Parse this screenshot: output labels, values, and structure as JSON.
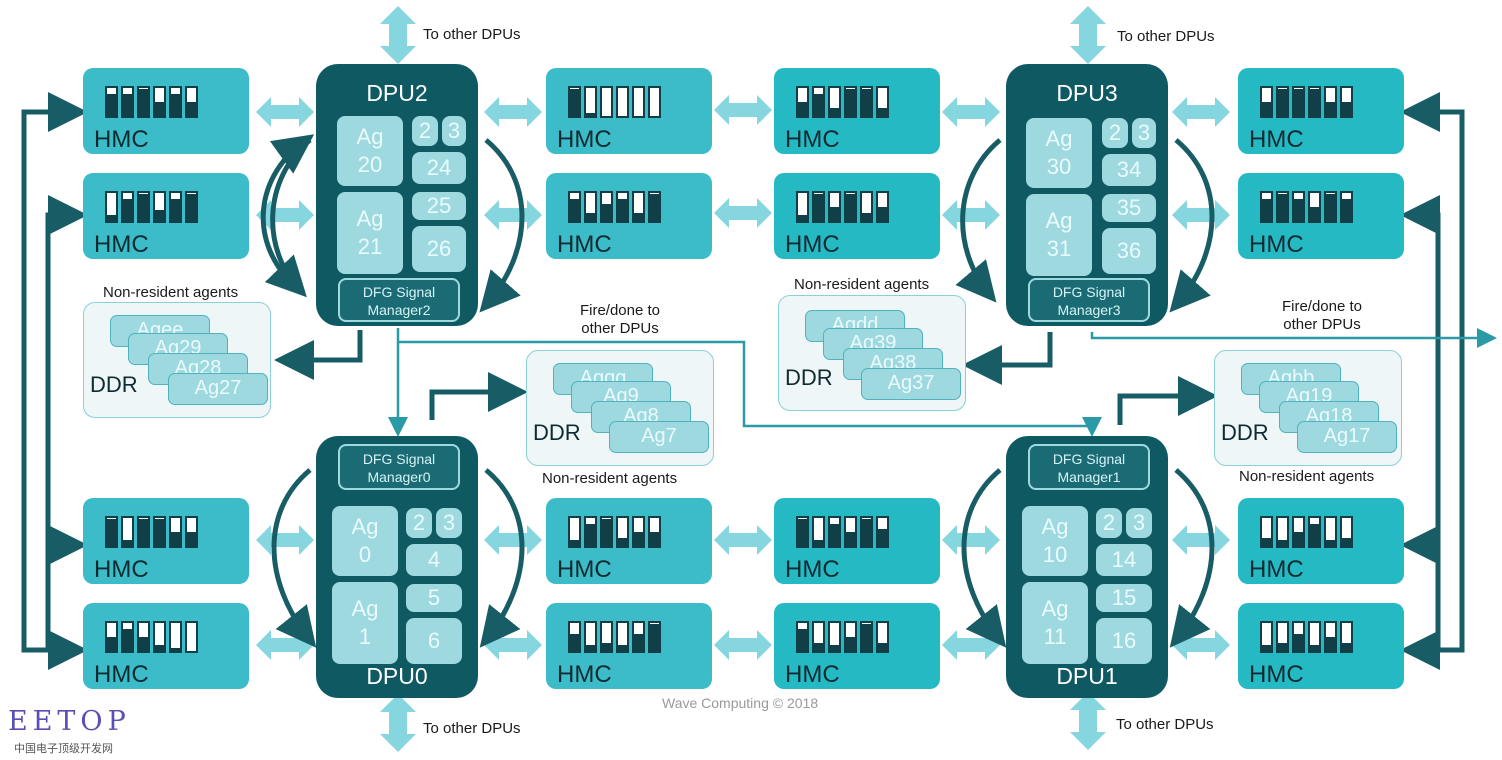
{
  "colors": {
    "hmc_fill": "#3bbcc8",
    "dpu_fill": "#0f5963",
    "tile_fill": "#9fd9e0",
    "arrow_light": "#86d6df",
    "arrow_dark": "#185d66",
    "bar_dark": "#103f48"
  },
  "hmc_label": "HMC",
  "hmc_modules": [
    {
      "bars": [
        0.8,
        0.8,
        0.95,
        0.5,
        0.8,
        0.5
      ]
    },
    {
      "bars": [
        0.2,
        0.8,
        0.95,
        0.4,
        0.8,
        0.95
      ]
    },
    {
      "bars": [
        0.95,
        0.1,
        0,
        0,
        0,
        0
      ]
    },
    {
      "bars": [
        0.8,
        0.3,
        0.6,
        0.8,
        0.3,
        0.95
      ]
    },
    {
      "bars": [
        0.5,
        0.8,
        0.3,
        0.95,
        0.95,
        0.3
      ]
    },
    {
      "bars": [
        0.2,
        0.95,
        0.5,
        0.95,
        0.3,
        0.5
      ]
    },
    {
      "bars": [
        0.5,
        0.95,
        0.95,
        0.95,
        0.5,
        0.5
      ]
    },
    {
      "bars": [
        0.8,
        0.95,
        0.8,
        0.5,
        0.95,
        0.8
      ]
    },
    {
      "bars": [
        0.95,
        0.2,
        0.95,
        0.95,
        0.5,
        0.5
      ]
    },
    {
      "bars": [
        0.5,
        0.8,
        0.5,
        0.2,
        0.1,
        0
      ]
    },
    {
      "bars": [
        0.2,
        0.8,
        0.95,
        0.3,
        0.5,
        0.5
      ]
    },
    {
      "bars": [
        0.6,
        0.2,
        0.3,
        0.2,
        0.6,
        0.95
      ]
    },
    {
      "bars": [
        0.95,
        0.2,
        0.8,
        0.5,
        0.95,
        0.6
      ]
    },
    {
      "bars": [
        0.8,
        0.3,
        0.2,
        0.5,
        0.95,
        0.3
      ]
    },
    {
      "bars": [
        0.3,
        0.2,
        0.5,
        0.8,
        0.2,
        0.3
      ]
    },
    {
      "bars": [
        0.2,
        0.3,
        0.6,
        0.2,
        0.5,
        0.3
      ]
    }
  ],
  "dpus": [
    {
      "title": "DPU2",
      "ag_top": "Ag\n20",
      "ag_bottom": "Ag\n21",
      "small_a": "2",
      "small_b": "3",
      "n1": "24",
      "n2": "25",
      "n3": "26",
      "signal": "DFG Signal\nManager2"
    },
    {
      "title": "DPU3",
      "ag_top": "Ag\n30",
      "ag_bottom": "Ag\n31",
      "small_a": "2",
      "small_b": "3",
      "n1": "34",
      "n2": "35",
      "n3": "36",
      "signal": "DFG Signal\nManager3"
    },
    {
      "title": "DPU0",
      "ag_top": "Ag\n0",
      "ag_bottom": "Ag\n1",
      "small_a": "2",
      "small_b": "3",
      "n1": "4",
      "n2": "5",
      "n3": "6",
      "signal": "DFG Signal\nManager0"
    },
    {
      "title": "DPU1",
      "ag_top": "Ag\n10",
      "ag_bottom": "Ag\n11",
      "small_a": "2",
      "small_b": "3",
      "n1": "14",
      "n2": "15",
      "n3": "16",
      "signal": "DFG Signal\nManager1"
    }
  ],
  "ddr_label": "DDR",
  "non_resident": "Non-resident agents",
  "ddrs": [
    {
      "cards": [
        "Agee",
        "Ag29",
        "Ag28",
        "Ag27"
      ]
    },
    {
      "cards": [
        "Aggg",
        "Ag9",
        "Ag8",
        "Ag7"
      ]
    },
    {
      "cards": [
        "Agdd",
        "Ag39",
        "Ag38",
        "Ag37"
      ]
    },
    {
      "cards": [
        "Agbb",
        "Ag19",
        "Ag18",
        "Ag17"
      ]
    }
  ],
  "to_other_dpus": "To other DPUs",
  "fire_done": "Fire/done to\nother DPUs",
  "copyright": "Wave Computing © 2018",
  "logo": "EETOP",
  "logo_sub": "中国电子顶级开发网"
}
